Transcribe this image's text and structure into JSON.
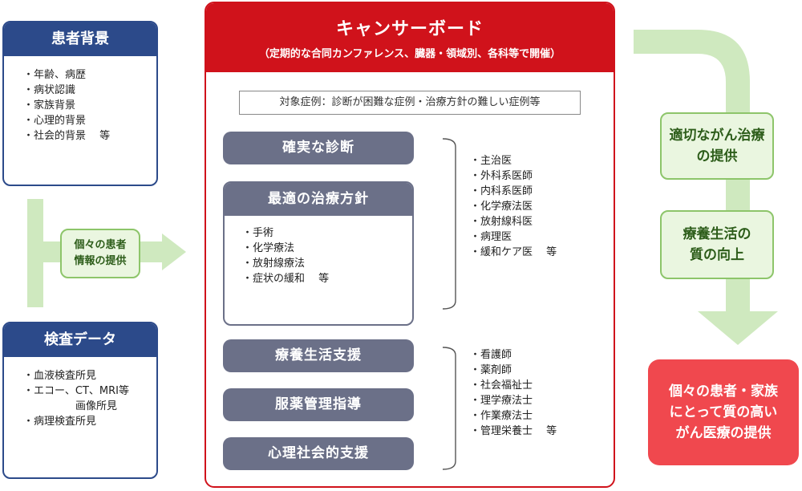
{
  "patient_background": {
    "title": "患者背景",
    "items": [
      "・年齢、病歴",
      "・病状認識",
      "・家族背景",
      "・心理的背景",
      "・社会的背景　 等"
    ]
  },
  "exam_data": {
    "title": "検査データ",
    "items": [
      "・血液検査所見",
      "・エコー、CT、MRI等",
      "　　　　　画像所見",
      "・病理検査所見"
    ]
  },
  "info_arrow": {
    "line1": "個々の患者",
    "line2": "情報の提供"
  },
  "cancer_board": {
    "title": "キャンサーボード",
    "subtitle": "（定期的な合同カンファレンス、臓器・領域別、各科等で開催）",
    "target_cases": "対象症例：診断が困難な症例・治療方針の難しい症例等",
    "diagnosis": "確実な診断",
    "treatment_policy": {
      "title": "最適の治療方針",
      "items": [
        "・手術",
        "・化学療法",
        "・放射線療法",
        "・症状の緩和　 等"
      ]
    },
    "support_items": [
      "療養生活支援",
      "服薬管理指導",
      "心理社会的支援"
    ]
  },
  "physicians": [
    "・主治医",
    "・外科系医師",
    "・内科系医師",
    "・化学療法医",
    "・放射線科医",
    "・病理医",
    "・緩和ケア医　 等"
  ],
  "staff": [
    "・看護師",
    "・薬剤師",
    "・社会福祉士",
    "・理学療法士",
    "・作業療法士",
    "・管理栄養士　 等"
  ],
  "outcomes": {
    "care": {
      "line1": "適切ながん治療",
      "line2": "の提供"
    },
    "qol": {
      "line1": "療養生活の",
      "line2": "質の向上"
    }
  },
  "final_result": {
    "line1": "個々の患者・家族",
    "line2": "にとって質の高い",
    "line3": "がん医療の提供"
  },
  "colors": {
    "navy": "#2c4a8a",
    "red": "#d0121b",
    "slate": "#6b7088",
    "green_light": "#cfe9bf",
    "green_border": "#8dc56a",
    "result_red": "#f0484e"
  }
}
